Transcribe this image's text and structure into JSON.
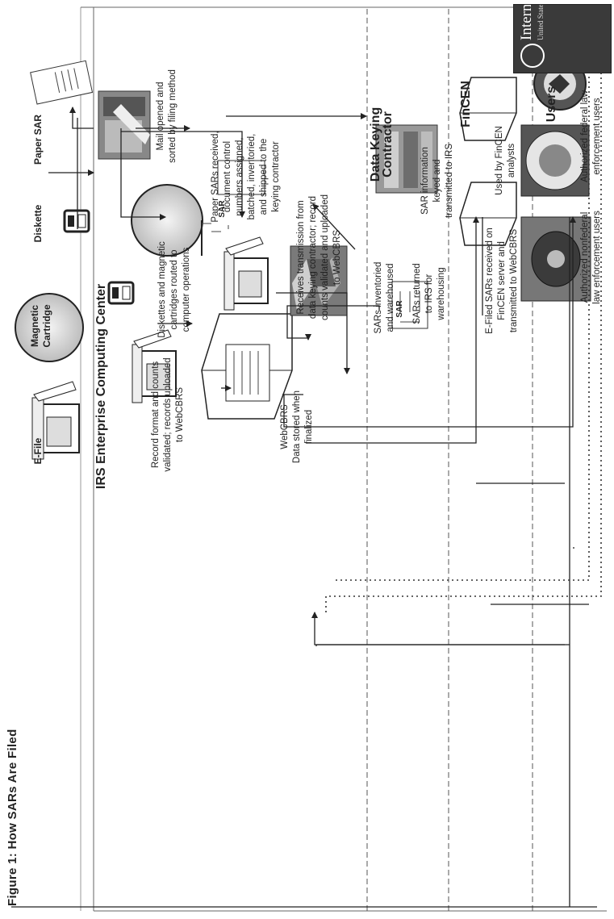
{
  "figure_title": "Figure 1: How SARs Are Filed",
  "columns": {
    "irs": "IRS Enterprise Computing Center",
    "contractor": "Data Keying\nContractor",
    "fincen": "FinCEN",
    "users": "Users"
  },
  "filing_methods": {
    "paper_sar": "Paper SAR",
    "diskette": "Diskette",
    "magnetic_cartridge": "Magnetic\nCartridge",
    "efile": "E-File"
  },
  "doc_label": "SAR",
  "captions": {
    "mail_opened": "Mail opened and\nsorted by filing method",
    "diskettes_routed": "Diskettes and magnetic\ncartridges routed to\ncomputer operations",
    "record_format": "Record format and counts\nvalidated; records uploaded\nto WebCBRS",
    "paper_received": "Paper SARs received,\ndocument control\nnumbers assigned,\nbatched, inventoried,\nand shipped to the\nkeying contractor",
    "receives_transmission": "Receives transmission from\ndata keying contractor; record\ncounts validated and uploaded\nto WebCBRS",
    "webcbrs": "WebCBRS\nData stored when\nfinalized",
    "inventoried": "SARs inventoried\nand warehoused",
    "keyed": "SAR information\nkeyed and\ntransmitted to IRS",
    "returned": "SARs returned\nto IRS for\nwarehousing",
    "fincen_analysts": "Used by FinCEN\nanalysts",
    "efiled": "E-Filed SARs received on\nFinCEN server and\ntransmitted to WebCBRS",
    "federal_users": "Authorized federal law\nenforcement users",
    "nonfederal_users": "Authorized nonfederal\nlaw enforcement users"
  },
  "irs_logo": {
    "name": "Internal Revenue Service",
    "subtitle": "United States Department of the Treasury"
  }
}
